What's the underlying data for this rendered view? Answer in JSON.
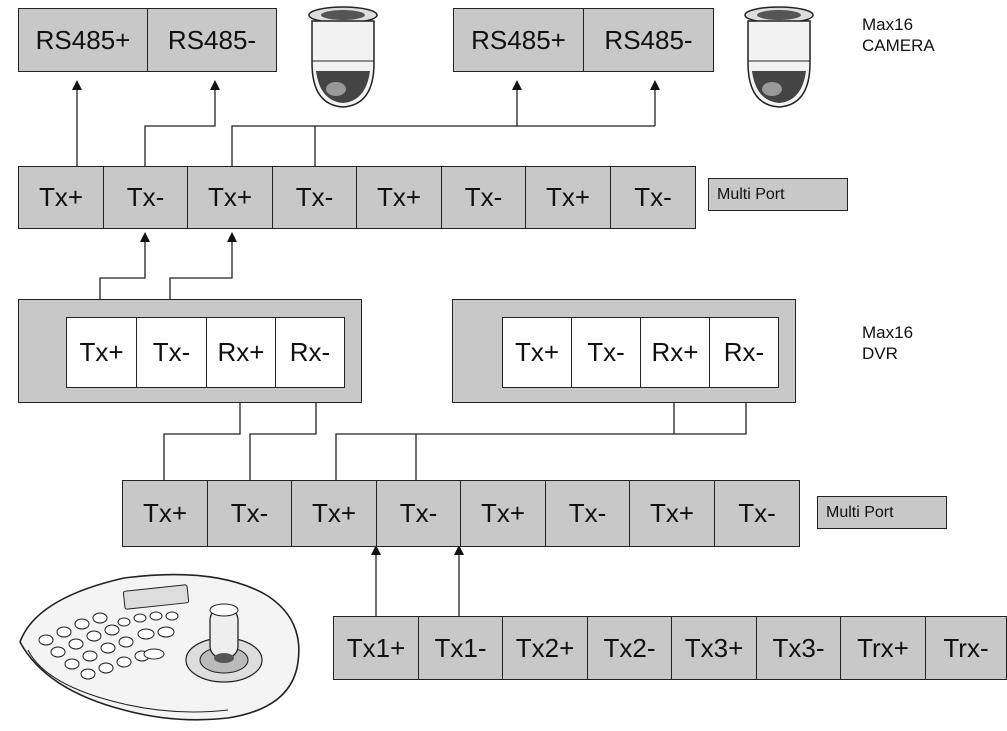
{
  "camera": {
    "label": "Max16\nCAMERA",
    "units": [
      {
        "ports": [
          "RS485+",
          "RS485-"
        ]
      },
      {
        "ports": [
          "RS485+",
          "RS485-"
        ]
      }
    ]
  },
  "multi_port_top": {
    "label": "Multi Port",
    "ports": [
      "Tx+",
      "Tx-",
      "Tx+",
      "Tx-",
      "Tx+",
      "Tx-",
      "Tx+",
      "Tx-"
    ]
  },
  "dvr": {
    "label": "Max16\nDVR",
    "units": [
      {
        "ports": [
          "Tx+",
          "Tx-",
          "Rx+",
          "Rx-"
        ]
      },
      {
        "ports": [
          "Tx+",
          "Tx-",
          "Rx+",
          "Rx-"
        ]
      }
    ]
  },
  "multi_port_bottom": {
    "label": "Multi Port",
    "ports": [
      "Tx+",
      "Tx-",
      "Tx+",
      "Tx-",
      "Tx+",
      "Tx-",
      "Tx+",
      "Tx-"
    ]
  },
  "keyboard": {
    "ports": [
      "Tx1+",
      "Tx1-",
      "Tx2+",
      "Tx2-",
      "Tx3+",
      "Tx3-",
      "Trx+",
      "Trx-"
    ]
  },
  "icons": [
    "dome-camera-icon",
    "dome-camera-icon",
    "ptz-keyboard-controller-icon"
  ]
}
